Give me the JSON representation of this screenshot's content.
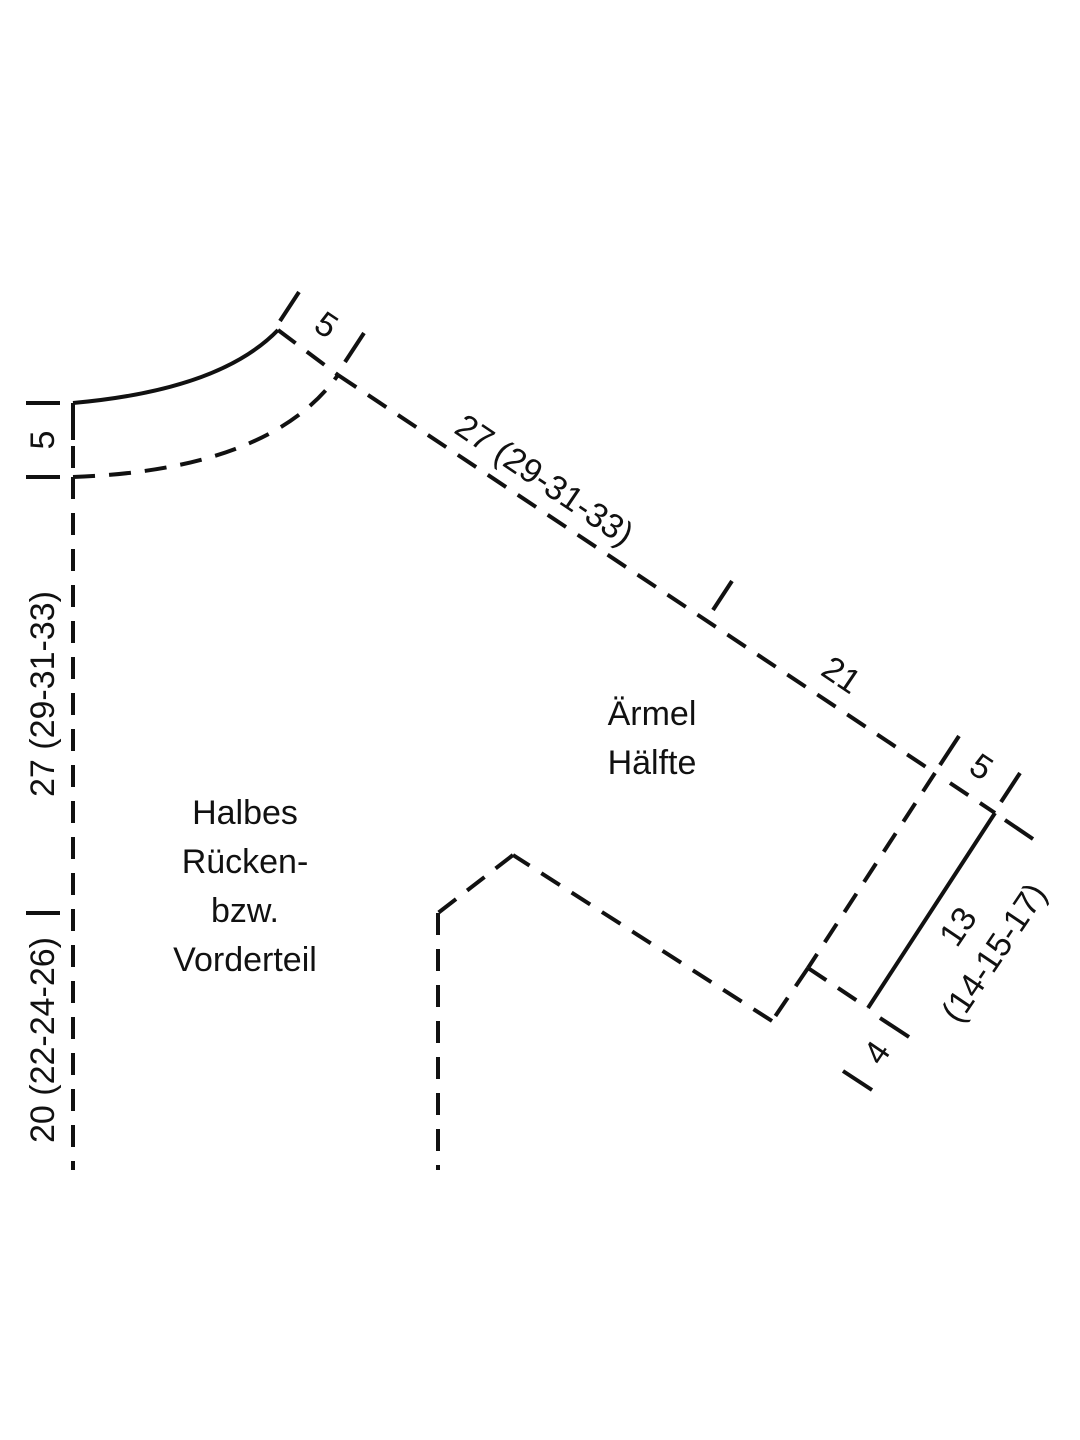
{
  "labels": {
    "neck_width": "5",
    "neck_depth": "5",
    "shoulder_sleeve": "27 (29-31-33)",
    "body_side": "27 (29-31-33)",
    "body_lower": "20 (22-24-26)",
    "sleeve_length": "21",
    "cuff_top": "5",
    "cuff_width": "13",
    "cuff_width_sizes": "(14-15-17)",
    "cuff_bottom": "4"
  },
  "areas": {
    "body": [
      "Halbes",
      "Rücken-",
      "bzw.",
      "Vorderteil"
    ],
    "sleeve": [
      "Ärmel",
      "Hälfte"
    ]
  }
}
